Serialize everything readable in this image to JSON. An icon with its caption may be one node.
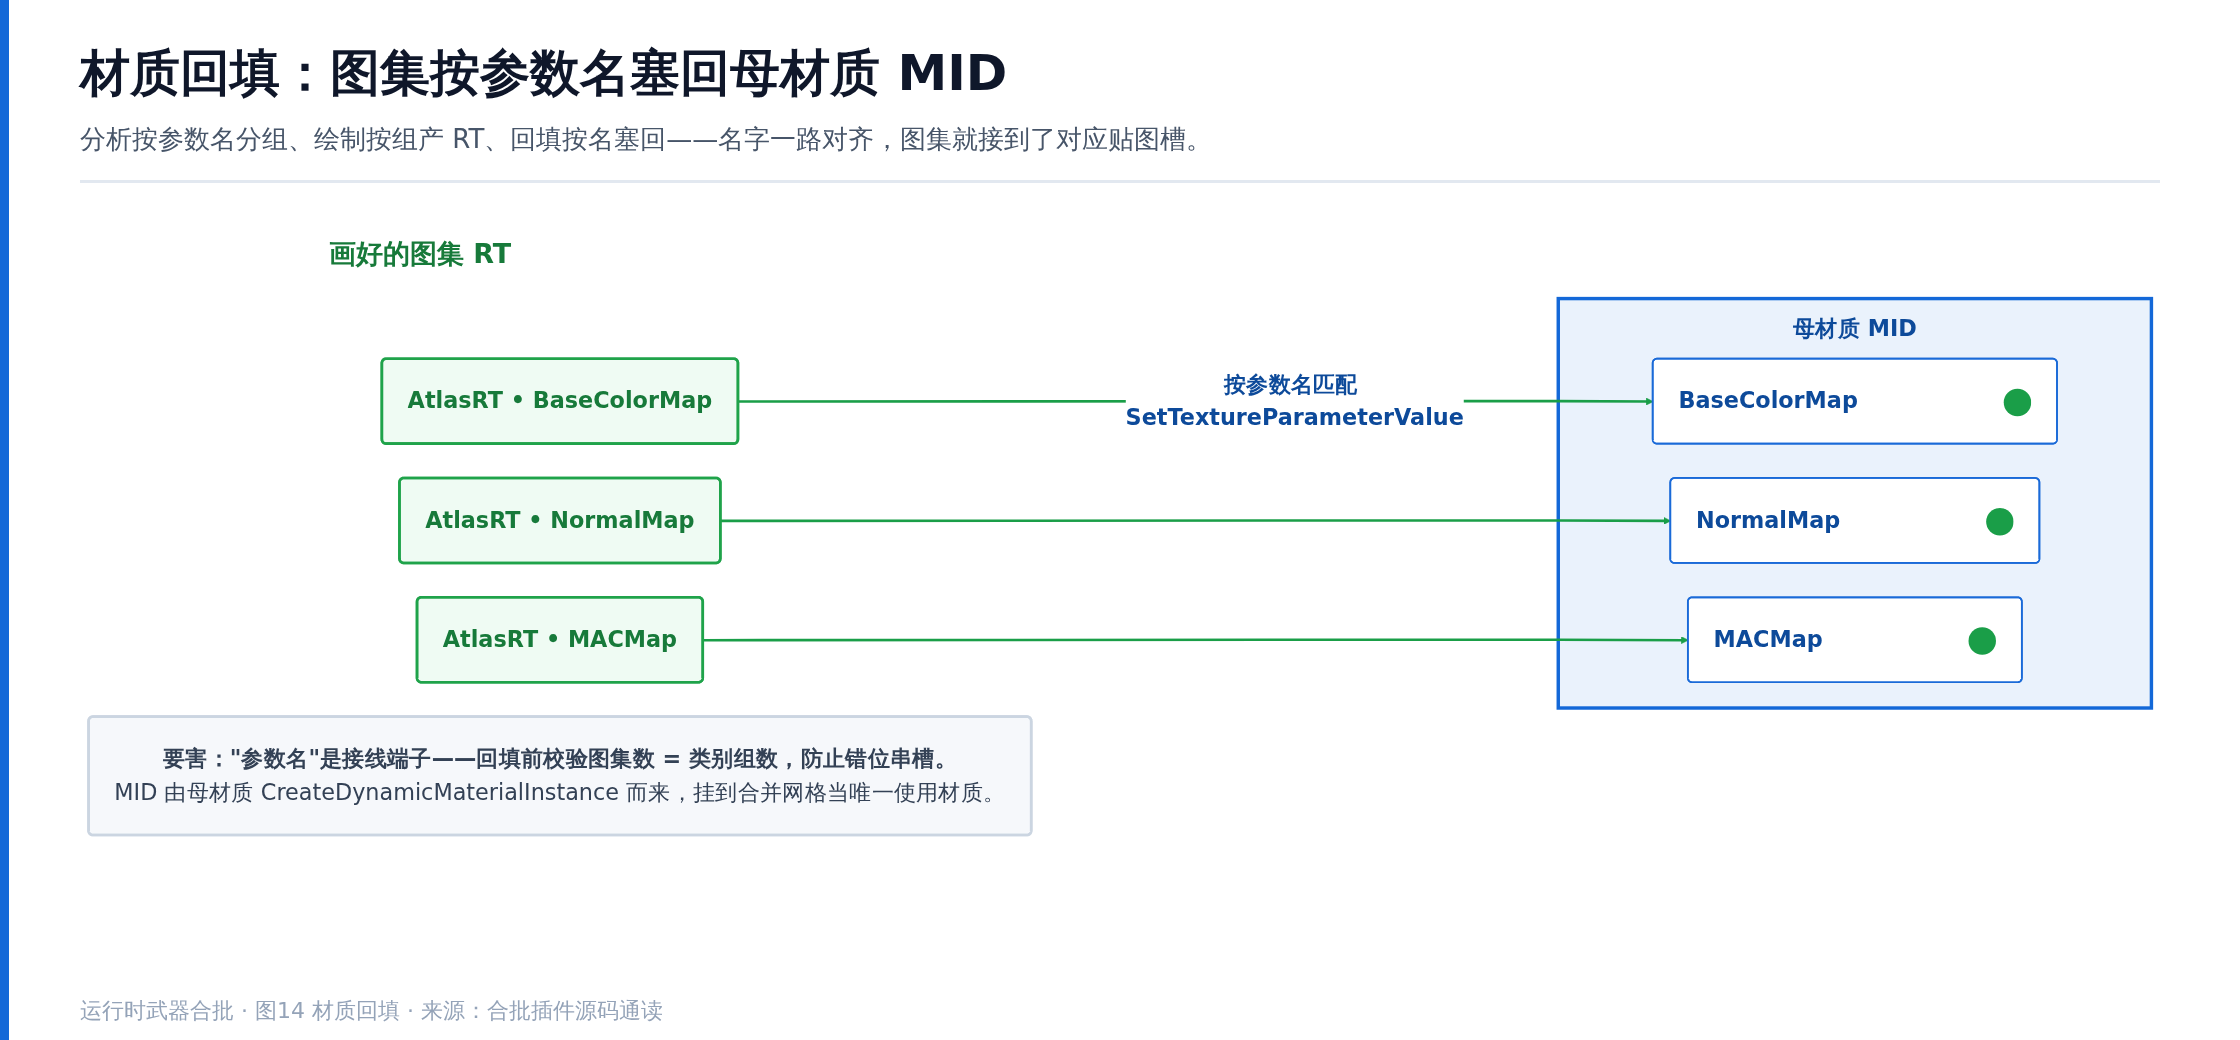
{
  "diagram": {
    "title": "材质回填：图集按参数名塞回母材质 MID",
    "caption": "运行时武器合批 · 图14 材质回填 · 来源：合批插件源码通读",
    "nodes": [
      {
        "text": [
          "AtlasRT • BaseColorMap"
        ]
      },
      {
        "text": [
          "AtlasRT • NormalMap"
        ]
      },
      {
        "text": [
          "AtlasRT • MACMap"
        ]
      },
      {
        "text": [
          "母材质 MID"
        ]
      },
      {
        "text": [
          "BaseColorMap"
        ],
        "in": 3
      },
      {
        "text": [
          "NormalMap"
        ],
        "in": 3
      },
      {
        "text": [
          "MACMap"
        ],
        "in": 3
      },
      {
        "text": [
          "要害：\"参数名\"是接线端子——回填前校验图集数 = 类别组数，防止错位串槽。",
          "MID 由母材质 CreateDynamicMaterialInstance 而来，挂到合并网格当唯一使用材质。"
        ]
      }
    ],
    "edges": [
      {
        "from": 0,
        "to": 4,
        "arrow": "to",
        "label": "按参数名匹配 SetTextureParameterValue"
      },
      {
        "from": 1,
        "to": 5,
        "arrow": "to"
      },
      {
        "from": 2,
        "to": 6,
        "arrow": "to"
      }
    ],
    "labels": [
      "分析按参数名分组、绘制按组产 RT、回填按名塞回——名字一路对齐，图集就接到了对应贴图槽。",
      "画好的图集 RT"
    ]
  }
}
